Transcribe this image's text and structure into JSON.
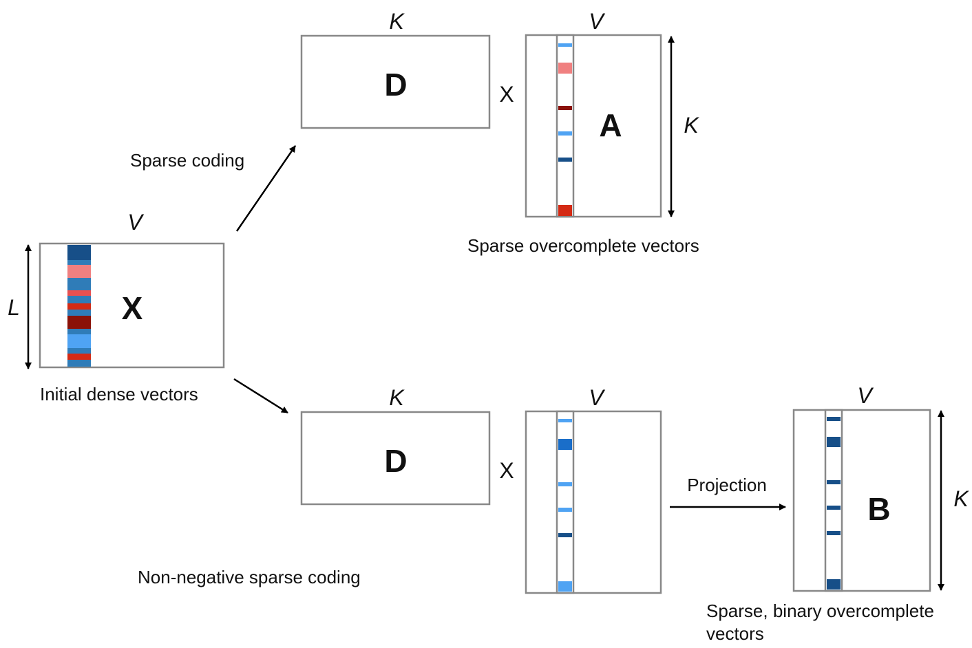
{
  "labels": {
    "sparse_coding": "Sparse coding",
    "non_negative_sparse_coding": "Non-negative sparse coding",
    "initial_dense_vectors": "Initial dense vectors",
    "sparse_overcomplete_vectors": "Sparse overcomplete vectors",
    "sparse_binary_line1": "Sparse, binary overcomplete",
    "sparse_binary_line2": "vectors",
    "projection": "Projection"
  },
  "matrices": {
    "x": "X",
    "d_top": "D",
    "a": "A",
    "d_bottom": "D",
    "b": "B"
  },
  "dims": {
    "x_width": "V",
    "x_height": "L",
    "d_top_width": "K",
    "a_width": "V",
    "a_height": "K",
    "d_bottom_width": "K",
    "sparse_bottom_width": "V",
    "b_width": "V",
    "b_height": "K"
  },
  "operators": {
    "times_top": "X",
    "times_bottom": "X"
  },
  "colors": {
    "border": "#888888",
    "arrow": "#000000",
    "dark_blue": "#174f88",
    "mid_blue": "#2f7cb8",
    "light_blue": "#4fa3f3",
    "bright_blue": "#1a6ec9",
    "salmon": "#f08080",
    "red": "#d42a14",
    "dark_red": "#8b1208"
  }
}
